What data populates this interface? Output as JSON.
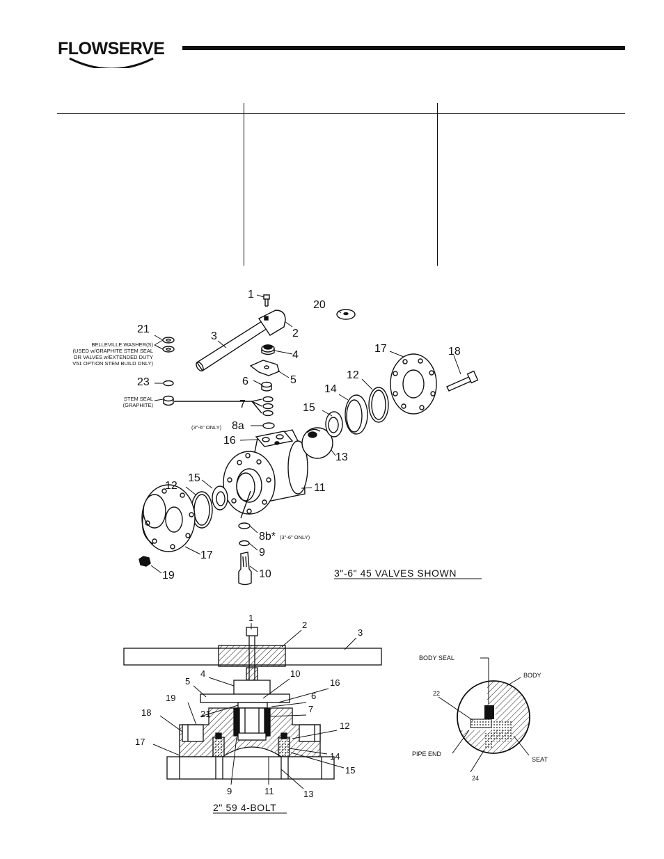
{
  "brand": {
    "logo_text": "FLOWSERVE"
  },
  "exploded": {
    "callouts": [
      {
        "id": "c1",
        "text": "1"
      },
      {
        "id": "c2",
        "text": "2"
      },
      {
        "id": "c3",
        "text": "3"
      },
      {
        "id": "c4",
        "text": "4"
      },
      {
        "id": "c5",
        "text": "5"
      },
      {
        "id": "c6",
        "text": "6"
      },
      {
        "id": "c7",
        "text": "7"
      },
      {
        "id": "c8a",
        "text": "8a"
      },
      {
        "id": "c8b",
        "text": "8b*"
      },
      {
        "id": "c9",
        "text": "9"
      },
      {
        "id": "c10",
        "text": "10"
      },
      {
        "id": "c11",
        "text": "11"
      },
      {
        "id": "c12a",
        "text": "12"
      },
      {
        "id": "c12b",
        "text": "12"
      },
      {
        "id": "c13",
        "text": "13"
      },
      {
        "id": "c14",
        "text": "14"
      },
      {
        "id": "c15a",
        "text": "15"
      },
      {
        "id": "c15b",
        "text": "15"
      },
      {
        "id": "c16",
        "text": "16"
      },
      {
        "id": "c17a",
        "text": "17"
      },
      {
        "id": "c17b",
        "text": "17"
      },
      {
        "id": "c18",
        "text": "18"
      },
      {
        "id": "c19",
        "text": "19"
      },
      {
        "id": "c20",
        "text": "20"
      },
      {
        "id": "c21",
        "text": "21"
      },
      {
        "id": "c23",
        "text": "23"
      }
    ],
    "notes": {
      "belleville_1": "BELLEVILLE WASHER(S)",
      "belleville_2": "(USED w/GRAPHITE STEM SEAL",
      "belleville_3": "OR VALVES w/EXTENDED DUTY",
      "belleville_4": "V51 OPTION STEM BUILD ONLY)",
      "stem_seal_1": "STEM SEAL",
      "stem_seal_2": "(GRAPHITE)",
      "size_8a": "(3\"-6\" ONLY)",
      "size_8b": "(3\"-6\" ONLY)"
    },
    "caption": "3\"-6\" 45 VALVES SHOWN"
  },
  "section": {
    "callouts": [
      {
        "id": "s1",
        "text": "1"
      },
      {
        "id": "s2",
        "text": "2"
      },
      {
        "id": "s3",
        "text": "3"
      },
      {
        "id": "s4",
        "text": "4"
      },
      {
        "id": "s5",
        "text": "5"
      },
      {
        "id": "s6",
        "text": "6"
      },
      {
        "id": "s7",
        "text": "7"
      },
      {
        "id": "s9",
        "text": "9"
      },
      {
        "id": "s10",
        "text": "10"
      },
      {
        "id": "s11",
        "text": "11"
      },
      {
        "id": "s12",
        "text": "12"
      },
      {
        "id": "s13",
        "text": "13"
      },
      {
        "id": "s14",
        "text": "14"
      },
      {
        "id": "s15",
        "text": "15"
      },
      {
        "id": "s16",
        "text": "16"
      },
      {
        "id": "s17",
        "text": "17"
      },
      {
        "id": "s18",
        "text": "18"
      },
      {
        "id": "s19",
        "text": "19"
      },
      {
        "id": "s21",
        "text": "21"
      }
    ],
    "caption": "2\" 59 4-BOLT"
  },
  "detail": {
    "body_seal": "BODY SEAL",
    "body": "BODY",
    "n22": "22",
    "pipe_end": "PIPE END",
    "seat": "SEAT",
    "n24": "24"
  }
}
